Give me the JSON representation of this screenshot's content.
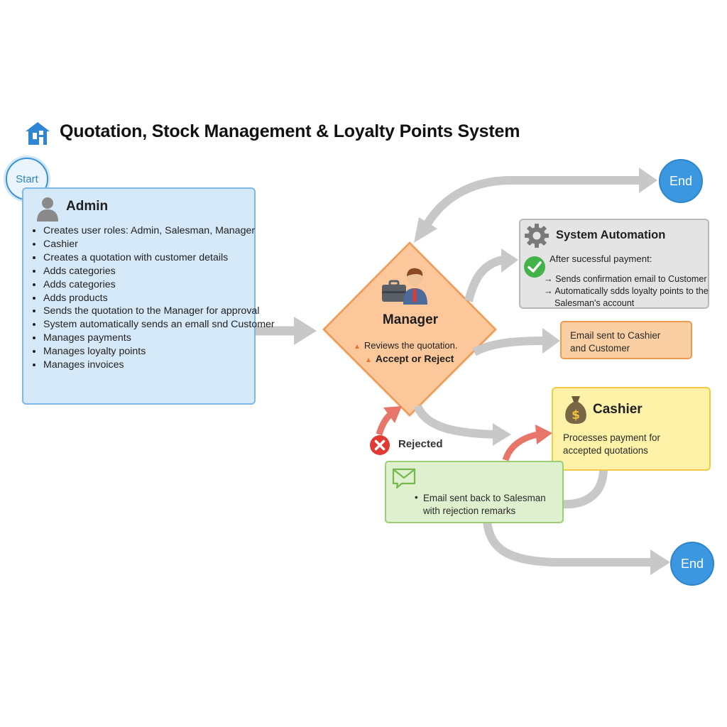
{
  "header": {
    "title": "Quotation, Stock Management & Loyalty Points System",
    "icon": "building-icon"
  },
  "start": {
    "label": "Start"
  },
  "admin": {
    "title": "Admin",
    "items": [
      "Creates user roles: Admin, Salesman, Manager",
      "Cashier",
      "Creates a quotation with customer details",
      "Adds categories",
      "Adds categories",
      "Adds products",
      "Sends the quotation to the Manager for approval",
      "System automatically sends an emall snd Customer",
      "Manages payments",
      "Manages loyalty points",
      "Manages invoices"
    ]
  },
  "manager": {
    "title": "Manager",
    "line1": "Reviews the quotation.",
    "line2": "Accept or Reject"
  },
  "system_automation": {
    "title": "System Automation",
    "subtitle": "After sucessful payment:",
    "line1": "→ Sends confirmation email to Customer",
    "line2": "→ Automatically sdds loyalty points to the",
    "line3": "Salesman's account"
  },
  "email_notice": {
    "line1": "Email sent to Cashier",
    "line2": "and Customer"
  },
  "cashier": {
    "title": "Cashier",
    "line1": "Processes payment for",
    "line2": "accepted quotations"
  },
  "rejected": {
    "label": "Rejected"
  },
  "rejection_email": {
    "bullet": "•",
    "line1": "Email sent back to Salesman",
    "line2": "with rejection remarks"
  },
  "end_top": {
    "label": "End"
  },
  "end_bottom": {
    "label": "End"
  },
  "colors": {
    "admin_fill": "#d6e9f8",
    "manager_fill": "#fcc79a",
    "automation_fill": "#e4e4e4",
    "email_fill": "#f9cfa3",
    "cashier_fill": "#fdf2a7",
    "rejection_fill": "#dff0cf",
    "end_fill": "#3b98e0",
    "arrow": "#c8c8c8",
    "reject_arrow": "#e8756a"
  }
}
